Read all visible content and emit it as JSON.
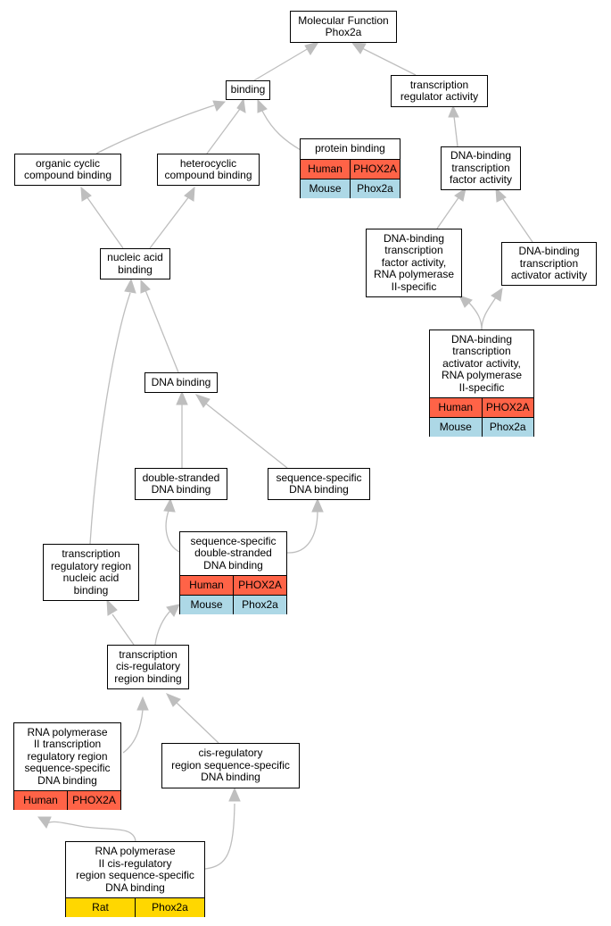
{
  "colors": {
    "human": "#FF6347",
    "mouse": "#ADD8E6",
    "rat": "#FFD700",
    "edge": "#BEBEBE"
  },
  "nodes": {
    "mf": {
      "label": "Molecular Function\nPhox2a"
    },
    "binding": {
      "label": "binding"
    },
    "tra": {
      "label": "transcription\nregulator activity"
    },
    "organic": {
      "label": "organic cyclic\ncompound binding"
    },
    "hetero": {
      "label": "heterocyclic\ncompound binding"
    },
    "protein": {
      "label": "protein binding",
      "rows": [
        {
          "species": "Human",
          "gene": "PHOX2A",
          "color": "human"
        },
        {
          "species": "Mouse",
          "gene": "Phox2a",
          "color": "mouse"
        }
      ]
    },
    "dbtfa": {
      "label": "DNA-binding\ntranscription\nfactor activity"
    },
    "dbtfa2": {
      "label": "DNA-binding\ntranscription\nfactor activity,\nRNA polymerase\nII-specific"
    },
    "dbtaa": {
      "label": "DNA-binding\ntranscription\nactivator activity"
    },
    "nab": {
      "label": "nucleic acid\nbinding"
    },
    "dbtaa2": {
      "label": "DNA-binding\ntranscription\nactivator activity,\nRNA polymerase\nII-specific",
      "rows": [
        {
          "species": "Human",
          "gene": "PHOX2A",
          "color": "human"
        },
        {
          "species": "Mouse",
          "gene": "Phox2a",
          "color": "mouse"
        }
      ]
    },
    "dnab": {
      "label": "DNA binding"
    },
    "dsdna": {
      "label": "double-stranded\nDNA binding"
    },
    "ssdna": {
      "label": "sequence-specific\nDNA binding"
    },
    "trrnab": {
      "label": "transcription\nregulatory region\nnucleic acid\nbinding"
    },
    "ssdsdna": {
      "label": "sequence-specific\ndouble-stranded\nDNA binding",
      "rows": [
        {
          "species": "Human",
          "gene": "PHOX2A",
          "color": "human"
        },
        {
          "species": "Mouse",
          "gene": "Phox2a",
          "color": "mouse"
        }
      ]
    },
    "tcrrb": {
      "label": "transcription\ncis-regulatory\nregion binding"
    },
    "rnapii": {
      "label": "RNA polymerase\nII transcription\nregulatory region\nsequence-specific\nDNA binding",
      "rows": [
        {
          "species": "Human",
          "gene": "PHOX2A",
          "color": "human"
        }
      ]
    },
    "crrss": {
      "label": "cis-regulatory\nregion sequence-specific\nDNA binding"
    },
    "rnapiicr": {
      "label": "RNA polymerase\nII cis-regulatory\nregion sequence-specific\nDNA binding",
      "rows": [
        {
          "species": "Rat",
          "gene": "Phox2a",
          "color": "rat"
        }
      ]
    }
  }
}
